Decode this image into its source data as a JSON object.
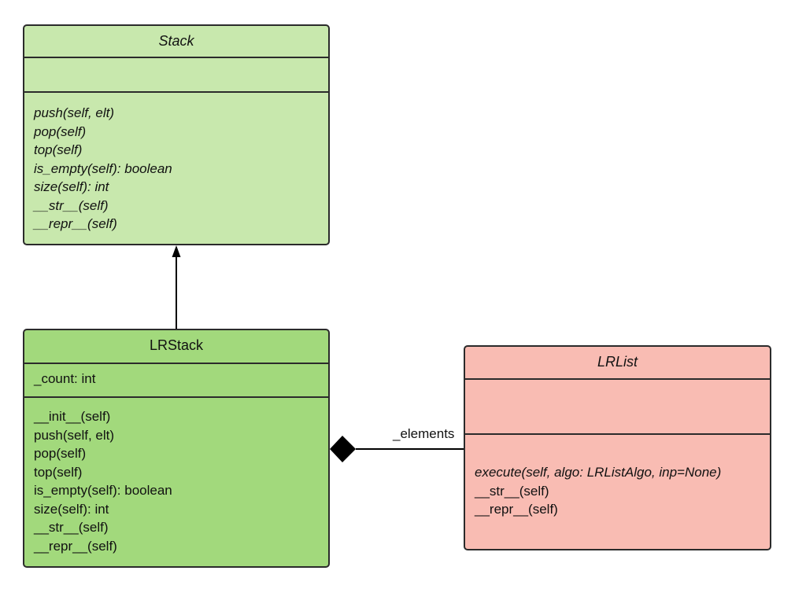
{
  "classes": {
    "stack": {
      "name": "Stack",
      "operations": [
        "push(self, elt)",
        "pop(self)",
        "top(self)",
        "is_empty(self): boolean",
        "size(self): int",
        "__str__(self)",
        "__repr__(self)"
      ],
      "fill": "#c8e8ad"
    },
    "lrstack": {
      "name": "LRStack",
      "attributes": [
        "_count: int"
      ],
      "operations": [
        "__init__(self)",
        "push(self, elt)",
        "pop(self)",
        "top(self)",
        "is_empty(self): boolean",
        "size(self): int",
        "__str__(self)",
        "__repr__(self)"
      ],
      "fill": "#a2d97c"
    },
    "lrlist": {
      "name": "LRList",
      "operations": [
        "execute(self, algo: LRListAlgo, inp=None)",
        "__str__(self)",
        "__repr__(self)"
      ],
      "fill": "#f9bcb3"
    }
  },
  "relations": {
    "generalization": {
      "from": "LRStack",
      "to": "Stack"
    },
    "composition": {
      "whole": "LRStack",
      "part": "LRList",
      "label": "_elements"
    }
  },
  "colors": {
    "stroke": "#2b2b2b",
    "text": "#111111"
  }
}
